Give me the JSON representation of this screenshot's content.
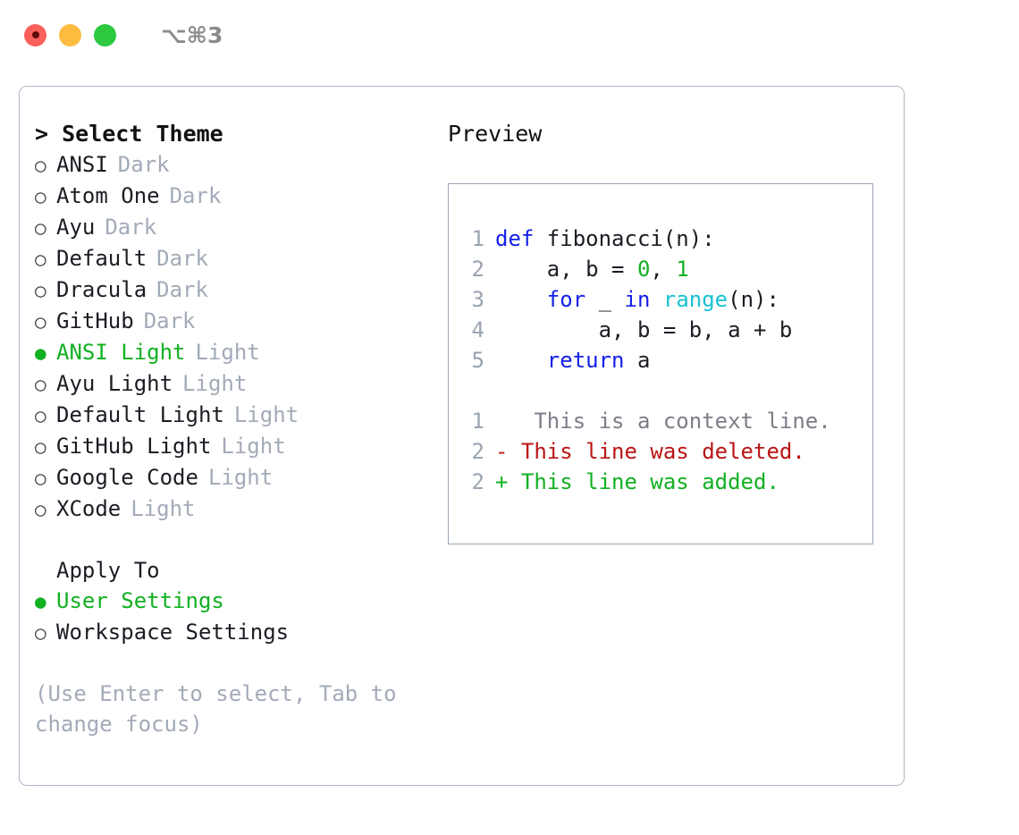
{
  "titlebar": {
    "shortcut": "⌥⌘3",
    "lights": [
      {
        "name": "close",
        "color": "#fb605c"
      },
      {
        "name": "minimize",
        "color": "#fdbc40"
      },
      {
        "name": "zoom",
        "color": "#2bc840"
      }
    ]
  },
  "theme_list": {
    "header": "> Select Theme",
    "bullet_unselected": "○",
    "bullet_selected": "●",
    "items": [
      {
        "name": "ANSI",
        "kind": "Dark",
        "selected": false
      },
      {
        "name": "Atom One",
        "kind": "Dark",
        "selected": false
      },
      {
        "name": "Ayu",
        "kind": "Dark",
        "selected": false
      },
      {
        "name": "Default",
        "kind": "Dark",
        "selected": false
      },
      {
        "name": "Dracula",
        "kind": "Dark",
        "selected": false
      },
      {
        "name": "GitHub",
        "kind": "Dark",
        "selected": false
      },
      {
        "name": "ANSI Light",
        "kind": "Light",
        "selected": true
      },
      {
        "name": "Ayu Light",
        "kind": "Light",
        "selected": false
      },
      {
        "name": "Default Light",
        "kind": "Light",
        "selected": false
      },
      {
        "name": "GitHub Light",
        "kind": "Light",
        "selected": false
      },
      {
        "name": "Google Code",
        "kind": "Light",
        "selected": false
      },
      {
        "name": "XCode",
        "kind": "Light",
        "selected": false
      }
    ]
  },
  "apply_to": {
    "header": "Apply To",
    "items": [
      {
        "name": "User Settings",
        "selected": true
      },
      {
        "name": "Workspace Settings",
        "selected": false
      }
    ]
  },
  "hint": "(Use Enter to select, Tab to change focus)",
  "preview": {
    "title": "Preview",
    "code_lines": [
      {
        "no": "1",
        "tokens": [
          {
            "t": "def",
            "c": "kw"
          },
          {
            "t": " fibonacci(n):",
            "c": "txt"
          }
        ]
      },
      {
        "no": "2",
        "tokens": [
          {
            "t": "    a, b = ",
            "c": "txt"
          },
          {
            "t": "0",
            "c": "num"
          },
          {
            "t": ", ",
            "c": "txt"
          },
          {
            "t": "1",
            "c": "num"
          }
        ]
      },
      {
        "no": "3",
        "tokens": [
          {
            "t": "    ",
            "c": "txt"
          },
          {
            "t": "for",
            "c": "kw"
          },
          {
            "t": " _ ",
            "c": "txt"
          },
          {
            "t": "in",
            "c": "kw"
          },
          {
            "t": " ",
            "c": "txt"
          },
          {
            "t": "range",
            "c": "fn"
          },
          {
            "t": "(n):",
            "c": "txt"
          }
        ]
      },
      {
        "no": "4",
        "tokens": [
          {
            "t": "        a, b = b, a + b",
            "c": "txt"
          }
        ]
      },
      {
        "no": "5",
        "tokens": [
          {
            "t": "    ",
            "c": "txt"
          },
          {
            "t": "return",
            "c": "kw"
          },
          {
            "t": " a",
            "c": "txt"
          }
        ]
      }
    ],
    "diff_lines": [
      {
        "no": "1",
        "marker": " ",
        "text": "  This is a context line.",
        "c": "ctx"
      },
      {
        "no": "2",
        "marker": "-",
        "text": " This line was deleted.",
        "c": "del"
      },
      {
        "no": "2",
        "marker": "+",
        "text": " This line was added.",
        "c": "add"
      }
    ]
  },
  "colors": {
    "accent_green": "#12b022",
    "muted": "#a3aab8",
    "keyword": "#1520e8",
    "function": "#16c3d2",
    "number": "#12b022",
    "deleted": "#bb1414",
    "added": "#12b022",
    "border": "#aeb8c6"
  }
}
